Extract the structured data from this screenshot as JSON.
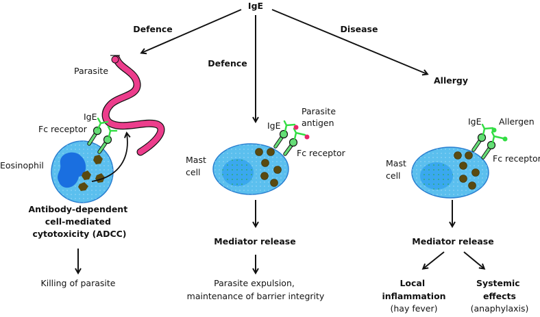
{
  "root": {
    "label": "IgE"
  },
  "branches": {
    "left": {
      "label": "Defence"
    },
    "middle": {
      "label": "Defence"
    },
    "right": {
      "label": "Disease"
    }
  },
  "left_panel": {
    "parasite_label": "Parasite",
    "ige_label": "IgE",
    "fc_receptor_label": "Fc receptor",
    "cell_label": "Eosinophil",
    "mechanism_lines": [
      "Antibody-dependent",
      "cell-mediated",
      "cytotoxicity (ADCC)"
    ],
    "outcome": "Killing of parasite"
  },
  "middle_panel": {
    "ige_label": "IgE",
    "antigen_lines": [
      "Parasite",
      "antigen"
    ],
    "fc_receptor_label": "Fc receptor",
    "cell_lines": [
      "Mast",
      "cell"
    ],
    "step": "Mediator release",
    "outcome_lines": [
      "Parasite expulsion,",
      "maintenance of barrier integrity"
    ]
  },
  "right_panel": {
    "title": "Allergy",
    "ige_label": "IgE",
    "allergen_label": "Allergen",
    "fc_receptor_label": "Fc receptor",
    "cell_lines": [
      "Mast",
      "cell"
    ],
    "step": "Mediator release",
    "outcomes": [
      {
        "title_lines": [
          "Local",
          "inflammation"
        ],
        "example": "(hay fever)"
      },
      {
        "title_lines": [
          "Systemic",
          "effects"
        ],
        "example": "(anaphylaxis)"
      }
    ]
  },
  "colors": {
    "cell_fill": "#5bbfee",
    "cell_stroke": "#2a7fd0",
    "nucleus_eosinophil": "#1a6fe0",
    "nucleus_mast": "#3aa8ee",
    "granule": "#5a4a10",
    "antibody": "#33dd44",
    "receptor": "#66dd77",
    "parasite": "#ec3d8c",
    "antigen": "#e8246a",
    "allergen": "#33dd44"
  }
}
